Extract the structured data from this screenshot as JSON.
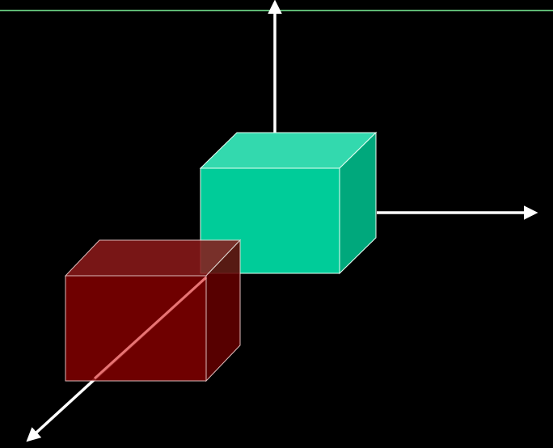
{
  "scene": {
    "background": "#000000",
    "top_line_color": "#7cf29a",
    "axis_color": "#ffffff",
    "axes": [
      "y-axis",
      "x-axis",
      "z-axis"
    ]
  },
  "objects": [
    {
      "name": "green-box",
      "front_color": "#00cc99",
      "top_color": "#33d9ae",
      "side_color": "#00a87c",
      "edge_color": "#e8fff4",
      "opacity": 1
    },
    {
      "name": "red-box",
      "front_color": "#800000",
      "top_color": "#8a1a1a",
      "side_color": "#650000",
      "edge_color": "#ffd6d6",
      "opacity": 0.87
    }
  ]
}
